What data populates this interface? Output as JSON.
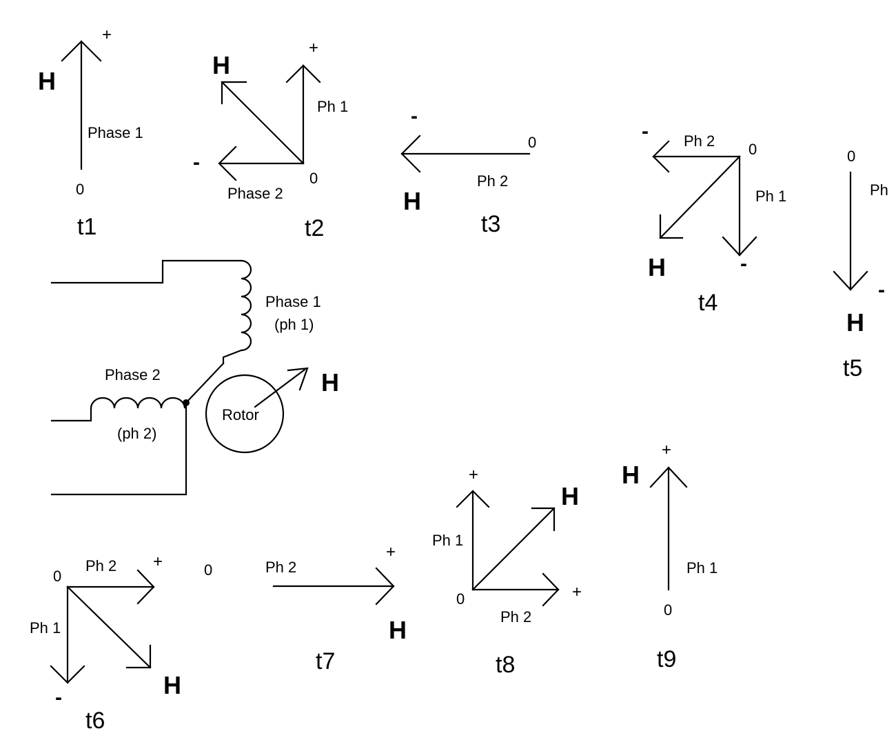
{
  "symbols": {
    "h": "H",
    "plus": "+",
    "minus": "-",
    "zero": "0"
  },
  "time_labels": [
    "t1",
    "t2",
    "t3",
    "t4",
    "t5",
    "t6",
    "t7",
    "t8",
    "t9"
  ],
  "labels": {
    "phase1": "Phase 1",
    "phase2": "Phase 2",
    "ph1": "Ph 1",
    "ph2": "Ph 2",
    "ph_cut": "Ph",
    "phase1_coil": "Phase 1",
    "ph1_paren": "(ph 1)",
    "phase2_coil": "Phase 2",
    "ph2_paren": "(ph 2)",
    "rotor": "Rotor"
  }
}
